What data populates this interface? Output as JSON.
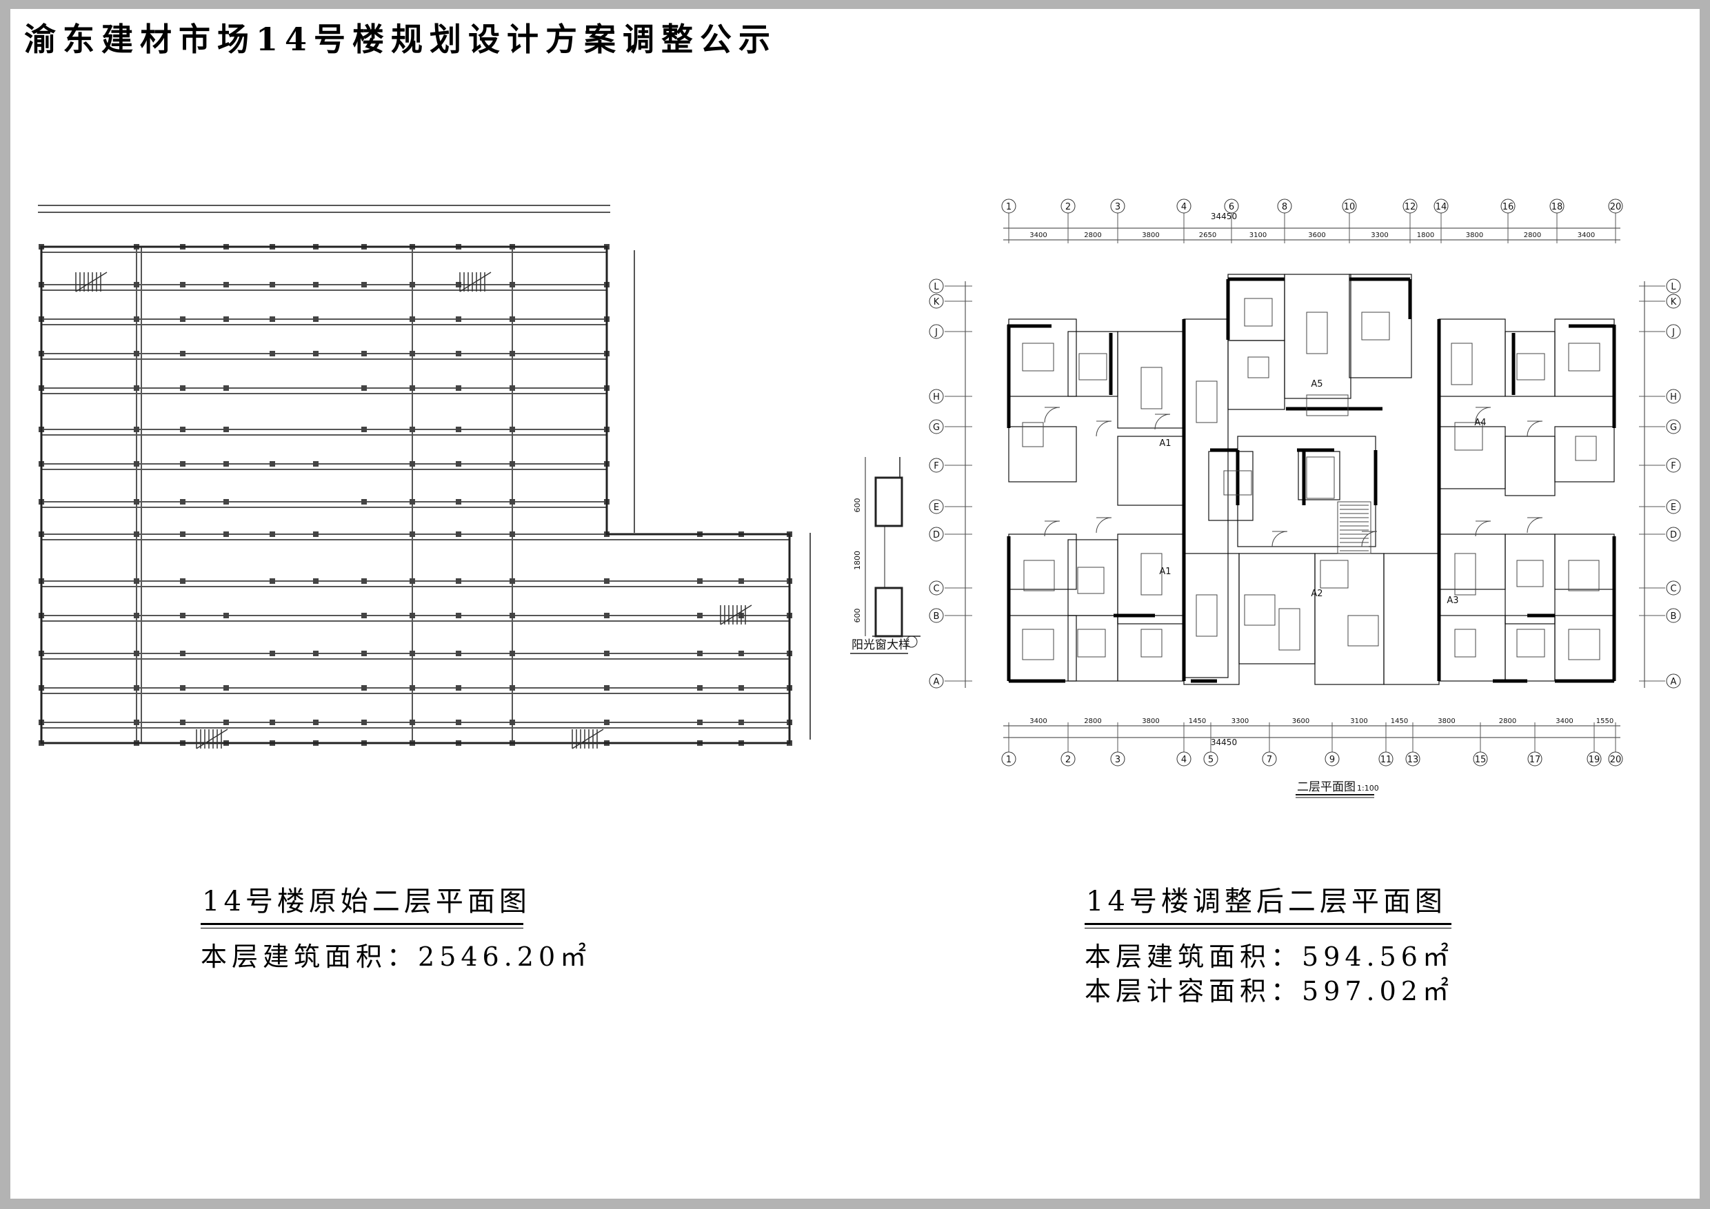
{
  "title": "渝东建材市场14号楼规划设计方案调整公示",
  "original": {
    "caption": "14号楼原始二层平面图",
    "area_label": "本层建筑面积：",
    "area_value": "2546.20㎡"
  },
  "adjusted": {
    "caption": "14号楼调整后二层平面图",
    "area_label": "本层建筑面积：",
    "area_value": "594.56㎡",
    "capacity_label": "本层计容面积：",
    "capacity_value": "597.02㎡",
    "drawing_title": "二层平面图",
    "drawing_scale": "1:100",
    "total_dim": "34450",
    "top_axes": [
      "1",
      "2",
      "3",
      "4",
      "6",
      "8",
      "10",
      "12",
      "14",
      "16",
      "18",
      "20"
    ],
    "bottom_axes": [
      "1",
      "2",
      "3",
      "4",
      "5",
      "7",
      "9",
      "11",
      "13",
      "15",
      "17",
      "19",
      "20"
    ],
    "row_axes": [
      "L",
      "K",
      "J",
      "H",
      "G",
      "F",
      "E",
      "D",
      "C",
      "B",
      "A"
    ],
    "top_dims": [
      "3400",
      "2800",
      "3800",
      "2650",
      "3100",
      "3600",
      "3300",
      "1800",
      "3800",
      "2800",
      "3400"
    ],
    "bottom_dims": [
      "3400",
      "2800",
      "3800",
      "1450",
      "3300",
      "3600",
      "3100",
      "1450",
      "3800",
      "2800",
      "3400",
      "1550"
    ],
    "unit_labels": [
      "A5",
      "A4",
      "A1",
      "A1",
      "A2",
      "A3"
    ]
  },
  "detail": {
    "label": "阳光窗大样",
    "dims": [
      "600",
      "1800",
      "600"
    ]
  },
  "colors": {
    "background": "#b3b3b3",
    "sheet": "#ffffff",
    "ink": "#000000"
  }
}
